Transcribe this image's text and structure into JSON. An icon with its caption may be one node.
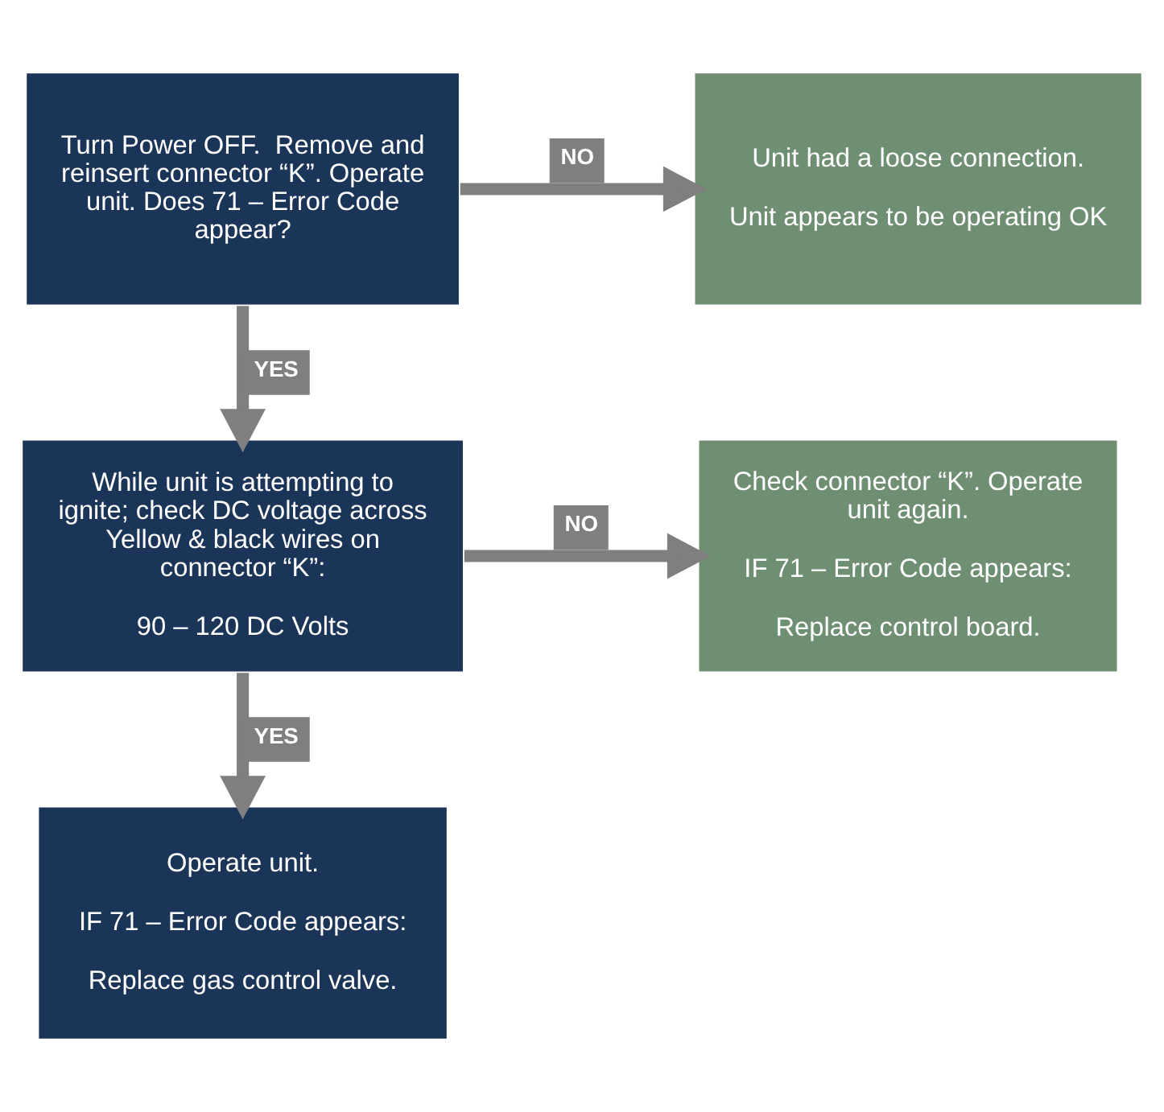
{
  "diagram": {
    "nodes": [
      {
        "text": [
          "Turn Power OFF.  Remove and reinsert connector “K”. Operate unit. Does 71 – Error Code appear?"
        ]
      },
      {
        "text": [
          "Unit had a loose connection.",
          "Unit appears to be operating OK"
        ]
      },
      {
        "text": [
          "While unit is attempting to ignite; check DC voltage across Yellow & black wires on connector “K”:",
          "90 – 120 DC Volts"
        ]
      },
      {
        "text": [
          "Check connector “K”. Operate unit again.",
          "IF 71 – Error Code appears:",
          "Replace control board."
        ]
      },
      {
        "text": [
          "Operate unit.",
          "IF 71 – Error Code appears:",
          "Replace gas control valve."
        ]
      }
    ],
    "edges": [
      {
        "from": 0,
        "to": 1,
        "arrow": "to",
        "label": "NO"
      },
      {
        "from": 0,
        "to": 2,
        "arrow": "to",
        "label": "YES"
      },
      {
        "from": 2,
        "to": 3,
        "arrow": "to",
        "label": "NO"
      },
      {
        "from": 2,
        "to": 4,
        "arrow": "to",
        "label": "YES"
      }
    ]
  }
}
